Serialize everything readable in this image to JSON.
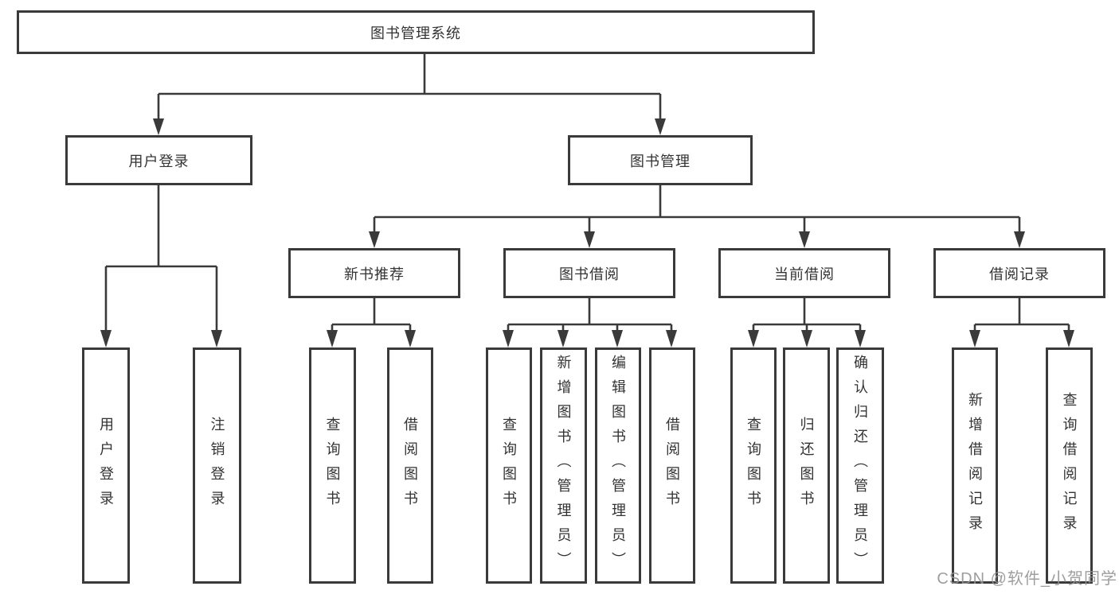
{
  "diagram": {
    "root": {
      "label": "图书管理系统"
    },
    "level2": [
      {
        "id": "user-login",
        "label": "用户登录"
      },
      {
        "id": "book-management",
        "label": "图书管理"
      }
    ],
    "level3": [
      {
        "id": "new-book-recommend",
        "label": "新书推荐"
      },
      {
        "id": "book-borrow",
        "label": "图书借阅"
      },
      {
        "id": "current-borrow",
        "label": "当前借阅"
      },
      {
        "id": "borrow-records",
        "label": "借阅记录"
      }
    ],
    "leaves": [
      {
        "parent": "用户登录",
        "label": "用户登录"
      },
      {
        "parent": "用户登录",
        "label": "注销登录"
      },
      {
        "parent": "新书推荐",
        "label": "查询图书"
      },
      {
        "parent": "新书推荐",
        "label": "借阅图书"
      },
      {
        "parent": "图书借阅",
        "label": "查询图书"
      },
      {
        "parent": "图书借阅",
        "label": "新增图书（管理员）"
      },
      {
        "parent": "图书借阅",
        "label": "编辑图书（管理员）"
      },
      {
        "parent": "图书借阅",
        "label": "借阅图书"
      },
      {
        "parent": "当前借阅",
        "label": "查询图书"
      },
      {
        "parent": "当前借阅",
        "label": "归还图书"
      },
      {
        "parent": "当前借阅",
        "label": "确认归还（管理员）"
      },
      {
        "parent": "借阅记录",
        "label": "新增借阅记录"
      },
      {
        "parent": "借阅记录",
        "label": "查询借阅记录"
      }
    ]
  },
  "watermark": {
    "text": "CSDN @软件_小贺同学"
  },
  "colors": {
    "background": "#ffffff",
    "box_border": "#3a3a3a",
    "line": "#3a3a3a",
    "text": "#333333",
    "watermark": "#949494"
  }
}
